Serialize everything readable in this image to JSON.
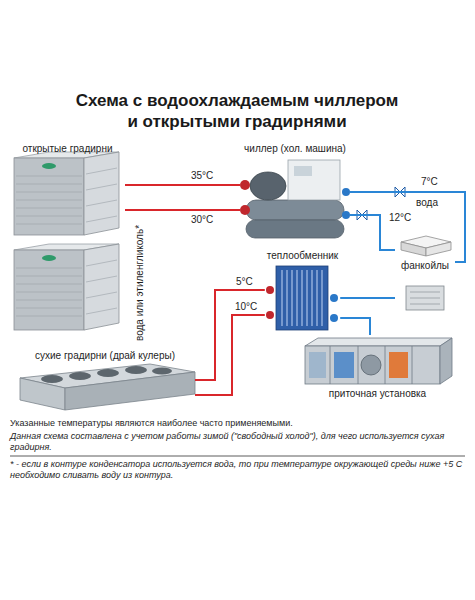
{
  "diagram": {
    "title": "Схема с водоохлаждаемым чиллером и открытыми градирнями",
    "nodes": [
      {
        "text": [
          "открытые градирни"
        ]
      },
      {
        "text": [
          "чиллер (хол. машина)"
        ]
      },
      {
        "text": [
          "теплообменник"
        ]
      },
      {
        "text": [
          "фанкойлы"
        ]
      },
      {
        "text": [
          "сухие градирни (драй кулеры)"
        ]
      },
      {
        "text": [
          "приточная установка"
        ]
      }
    ],
    "edges": [
      {
        "from": 0,
        "to": 1,
        "label": "35°C",
        "arrow": "none"
      },
      {
        "from": 0,
        "to": 1,
        "label": "30°C",
        "arrow": "none"
      },
      {
        "from": 4,
        "to": 2,
        "label": "5°C",
        "arrow": "none"
      },
      {
        "from": 4,
        "to": 2,
        "label": "10°C",
        "arrow": "none"
      },
      {
        "from": 1,
        "to": 3,
        "label": "7°C",
        "arrow": "none"
      },
      {
        "from": 1,
        "to": 3,
        "label": "12°C",
        "arrow": "none"
      },
      {
        "from": 2,
        "to": 3,
        "arrow": "none"
      },
      {
        "from": 2,
        "to": 5,
        "arrow": "none"
      }
    ],
    "labels": [
      "вода или этиленгликоль*",
      "вода",
      "Указанные температуры являются наиболее часто применяемыми.",
      "Данная схема составлена с учетом работы зимой (\"свободный холод\"), для чего используется сухая градирня.",
      "* - если в контуре конденсатора используется вода, то при температуре окружающей среды ниже +5 С необходимо сливать воду из контура."
    ]
  }
}
